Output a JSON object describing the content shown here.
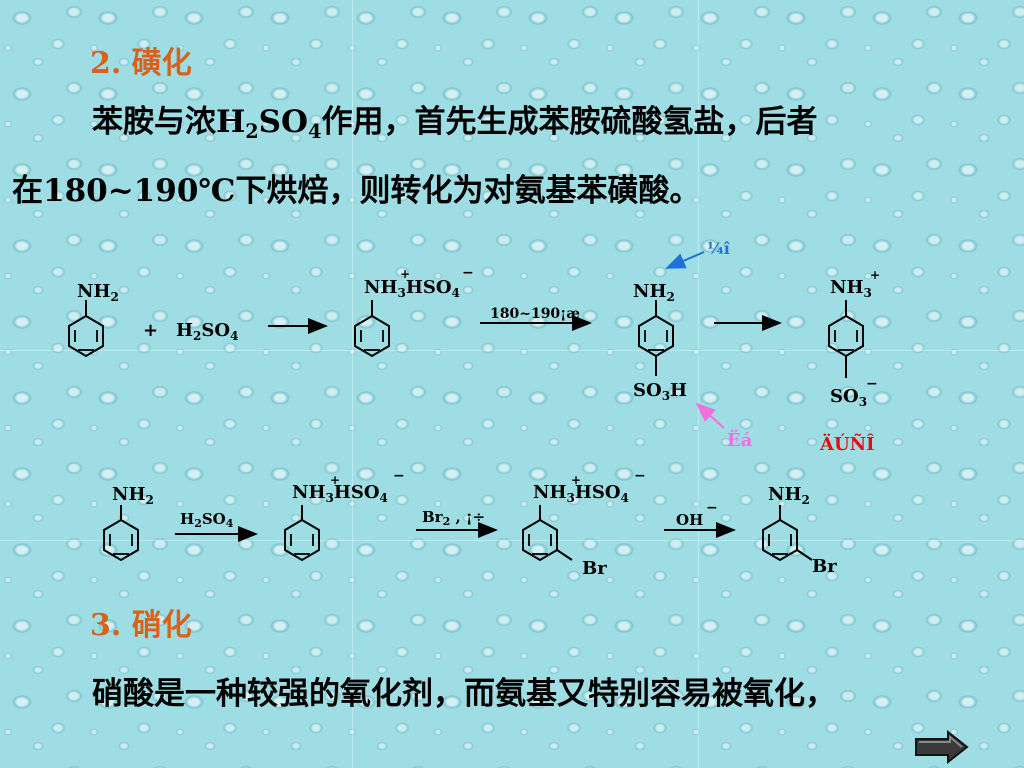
{
  "sections": {
    "sulfonation": {
      "number": "2.",
      "title": "磺化",
      "text": {
        "part1": "苯胺与浓",
        "h2so4_h": "H",
        "h2so4_2": "2",
        "h2so4_so": "SO",
        "h2so4_4": "4",
        "part2": "作用，首先生成苯胺硫酸氢盐，后者",
        "line2_part1": "在",
        "temperature": "180~190℃",
        "line2_part2": "下烘焙，则转化为对氨基苯磺酸。"
      }
    },
    "nitration": {
      "number": "3.",
      "title": "硝化",
      "text": "硝酸是一种较强的氧化剂，而氨基又特别容易被氧化，"
    }
  },
  "reaction1": {
    "aniline": {
      "nh": "NH",
      "sub": "2"
    },
    "plus": "+",
    "reagent": {
      "h": "H",
      "sub2": "2",
      "so": "SO",
      "sub4": "4"
    },
    "salt": {
      "nh": "NH",
      "sub3": "3",
      "plus": "+",
      "hso": "HSO",
      "sub4": "4",
      "minus": "−"
    },
    "condition": "180~190¡æ",
    "sulfonic_acid": {
      "nh": "NH",
      "sub2": "2",
      "so": "SO",
      "sub3": "3",
      "h": "H"
    },
    "zwitterion": {
      "nh": "NH",
      "sub3": "3",
      "plus": "+",
      "so": "SO",
      "sub3b": "3",
      "minus": "−"
    },
    "annotation_base": "¼î",
    "annotation_acid": "Ëá",
    "annotation_inner_salt": "ÄÚÑÎ",
    "colors": {
      "base_arrow": "#1e73d8",
      "acid_arrow": "#f070e0",
      "inner_salt": "#e01010"
    }
  },
  "reaction2": {
    "aniline": {
      "nh": "NH",
      "sub": "2"
    },
    "reagent": {
      "h": "H",
      "sub2": "2",
      "so": "SO",
      "sub4": "4"
    },
    "salt": {
      "nh": "NH",
      "sub3": "3",
      "plus": "+",
      "hso": "HSO",
      "sub4": "4",
      "minus": "−"
    },
    "bromination_condition": {
      "br": "Br",
      "sub": "2",
      "rest": " , ¡÷"
    },
    "bromo_salt": {
      "nh": "NH",
      "sub3": "3",
      "plus": "+",
      "hso": "HSO",
      "sub4": "4",
      "minus": "−",
      "br": "Br"
    },
    "base_reagent": {
      "oh": "OH",
      "minus": "−"
    },
    "product": {
      "nh": "NH",
      "sub": "2",
      "br": "Br"
    }
  },
  "navigation": {
    "next_icon": "right-arrow-icon"
  },
  "colors": {
    "heading": "#d7621c",
    "background": "#9fdde4"
  }
}
